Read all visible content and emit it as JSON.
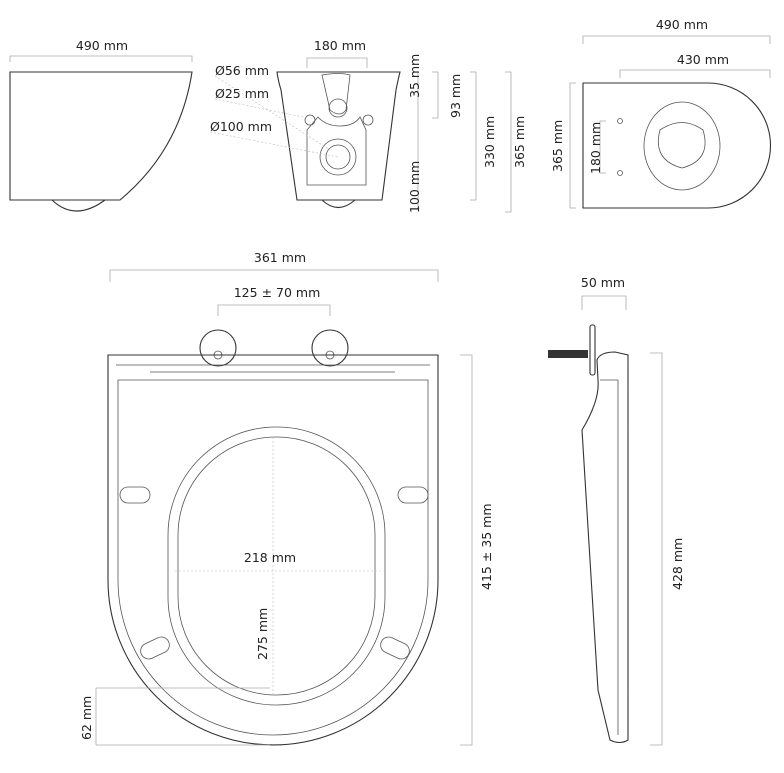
{
  "side_view": {
    "width_label": "490 mm"
  },
  "front_view": {
    "width_label": "180 mm",
    "dia_56": "Ø56 mm",
    "dia_25": "Ø25 mm",
    "dia_100": "Ø100 mm",
    "h_35": "35 mm",
    "h_93": "93 mm",
    "h_330": "330 mm",
    "h_365": "365 mm",
    "h_100": "100 mm"
  },
  "top_view": {
    "length_label": "490 mm",
    "inner_label": "430 mm",
    "width_label": "365 mm",
    "hole_spacing_label": "180 mm"
  },
  "seat_view": {
    "width_label": "361 mm",
    "hinge_spacing_label": "125 ± 70 mm",
    "opening_width_label": "218 mm",
    "opening_length_label": "275 mm",
    "length_label": "415 ± 35 mm",
    "front_label": "62 mm"
  },
  "seat_profile": {
    "thickness_label": "50 mm",
    "length_label": "428 mm"
  }
}
